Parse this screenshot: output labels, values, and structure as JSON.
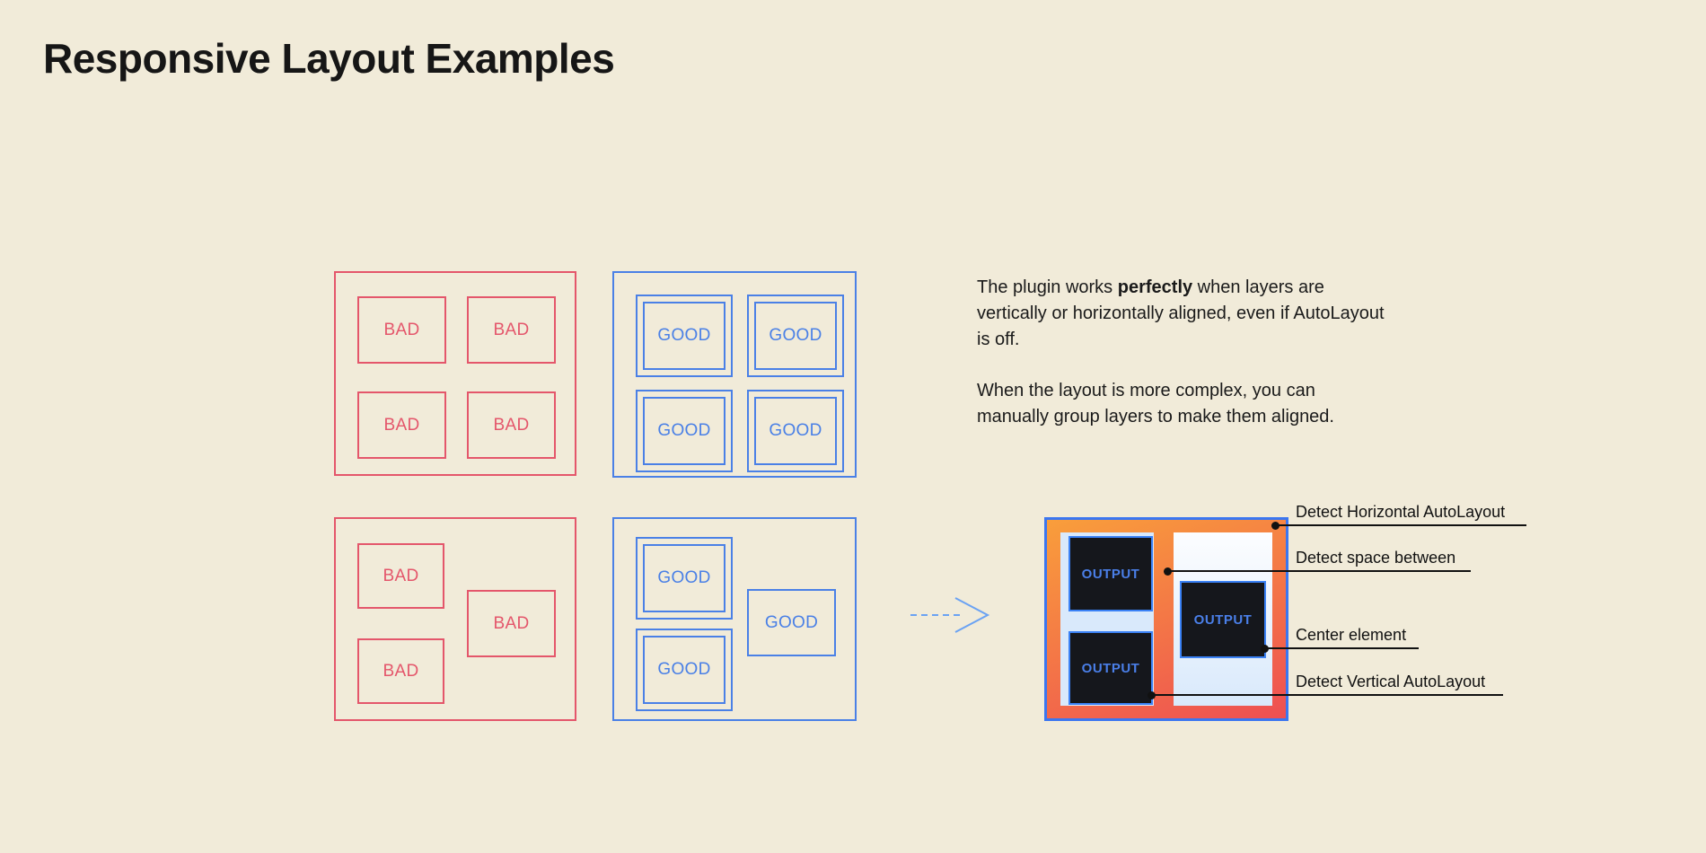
{
  "title": "Responsive Layout Examples",
  "examples": {
    "bad_aligned": {
      "items": [
        "BAD",
        "BAD",
        "BAD",
        "BAD"
      ]
    },
    "good_aligned": {
      "items": [
        "GOOD",
        "GOOD",
        "GOOD",
        "GOOD"
      ]
    },
    "bad_complex": {
      "items": [
        "BAD",
        "BAD",
        "BAD"
      ]
    },
    "good_complex": {
      "items": [
        "GOOD",
        "GOOD",
        "GOOD"
      ]
    }
  },
  "description": {
    "para1_pre": "The plugin works ",
    "para1_bold": "perfectly",
    "para1_post": " when layers are vertically or horizontally aligned, even if AutoLayout is off.",
    "para2": "When the layout is more complex, you can manually group layers to make them aligned."
  },
  "result": {
    "outputs": [
      "OUTPUT",
      "OUTPUT",
      "OUTPUT"
    ]
  },
  "annotations": [
    {
      "label": "Detect Horizontal AutoLayout"
    },
    {
      "label": "Detect space between"
    },
    {
      "label": "Center element"
    },
    {
      "label": "Detect Vertical AutoLayout"
    }
  ],
  "colors": {
    "background": "#f1ebd9",
    "red": "#e4566b",
    "blue": "#4a80e6",
    "arrow": "#6aa2f3",
    "panel_border": "#3b76f0",
    "panel_gradient_start": "#f99e3b",
    "panel_gradient_end": "#ee4f52",
    "light_column": "#d9e9fb",
    "output_bg": "#15171c",
    "output_border": "#3b82f6",
    "output_text": "#4a7fe8",
    "annotation": "#111111",
    "text": "#1a1a1a"
  }
}
